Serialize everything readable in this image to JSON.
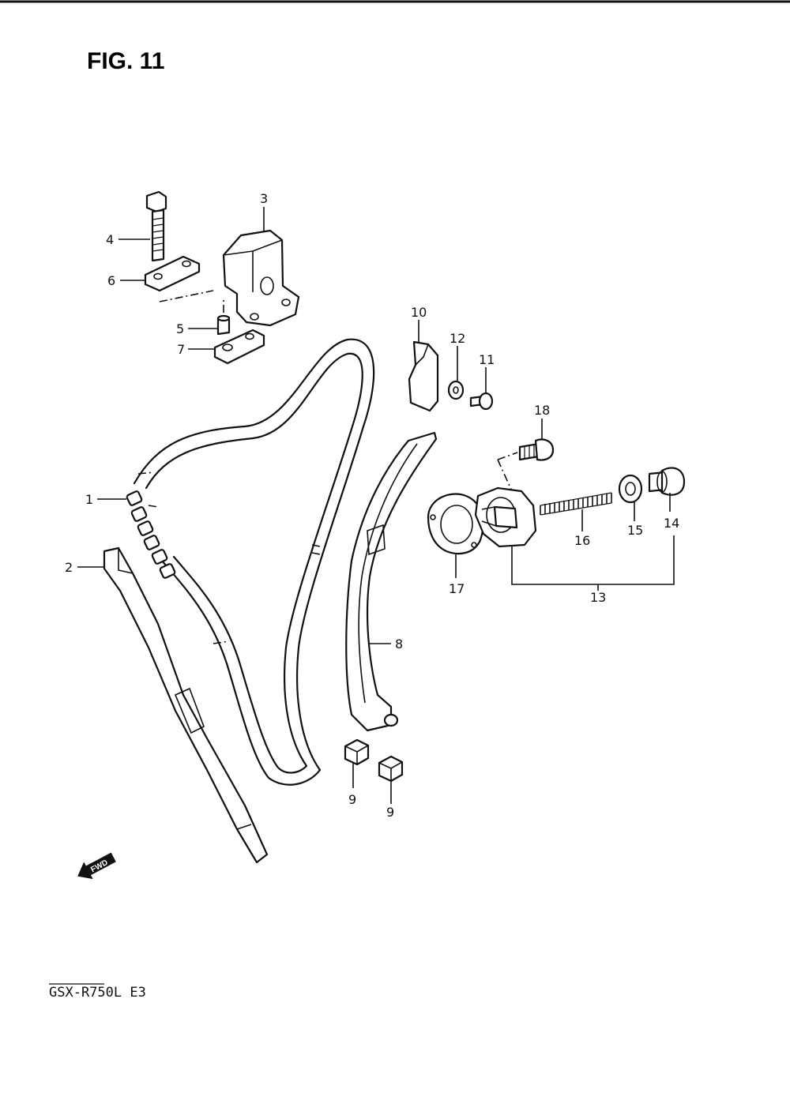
{
  "figure": {
    "title": "FIG. 11"
  },
  "model_code": "GSX-R750L  E3",
  "direction_arrow": {
    "label": "FWD",
    "icon": "fwd-arrow-icon"
  },
  "callouts": [
    {
      "id": "c1",
      "label": "1"
    },
    {
      "id": "c2",
      "label": "2"
    },
    {
      "id": "c3",
      "label": "3"
    },
    {
      "id": "c4",
      "label": "4"
    },
    {
      "id": "c5",
      "label": "5"
    },
    {
      "id": "c6",
      "label": "6"
    },
    {
      "id": "c7",
      "label": "7"
    },
    {
      "id": "c8",
      "label": "8"
    },
    {
      "id": "c9a",
      "label": "9"
    },
    {
      "id": "c9b",
      "label": "9"
    },
    {
      "id": "c10",
      "label": "10"
    },
    {
      "id": "c11",
      "label": "11"
    },
    {
      "id": "c12",
      "label": "12"
    },
    {
      "id": "c13",
      "label": "13"
    },
    {
      "id": "c14",
      "label": "14"
    },
    {
      "id": "c15",
      "label": "15"
    },
    {
      "id": "c16",
      "label": "16"
    },
    {
      "id": "c17",
      "label": "17"
    },
    {
      "id": "c18",
      "label": "18"
    }
  ]
}
